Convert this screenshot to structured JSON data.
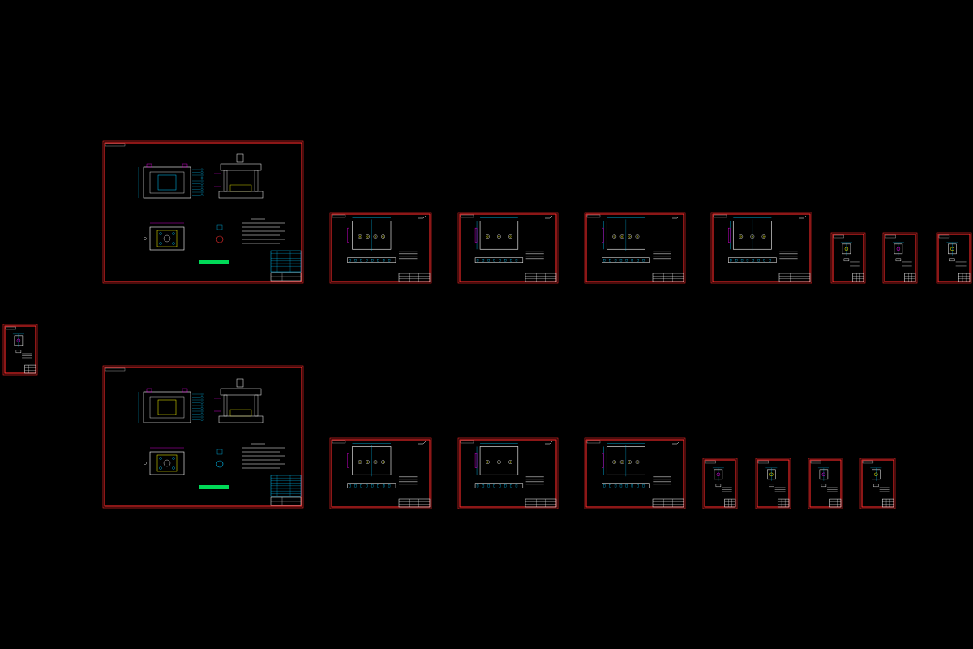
{
  "drawing": {
    "background_color": "#000000",
    "colors": {
      "border": "#ff2a2a",
      "linework": "#ffffff",
      "dimension": "#00c8ff",
      "accent": "#ff00ff",
      "highlight": "#ffff00",
      "label": "#00ff66"
    },
    "sheets": [
      {
        "id": "assembly-process-1",
        "kind": "assembly",
        "row": 1
      },
      {
        "id": "part-1-1",
        "kind": "part-landscape",
        "row": 1
      },
      {
        "id": "part-1-2",
        "kind": "part-landscape",
        "row": 1
      },
      {
        "id": "part-1-3",
        "kind": "part-landscape",
        "row": 1
      },
      {
        "id": "part-1-4",
        "kind": "part-landscape",
        "row": 1
      },
      {
        "id": "part-1-5",
        "kind": "part-portrait",
        "row": 1
      },
      {
        "id": "part-1-6",
        "kind": "part-portrait",
        "row": 1
      },
      {
        "id": "part-1-7",
        "kind": "part-portrait",
        "row": 1
      },
      {
        "id": "part-standalone",
        "kind": "part-portrait",
        "row": 0
      },
      {
        "id": "assembly-process-2",
        "kind": "assembly",
        "row": 2
      },
      {
        "id": "part-2-1",
        "kind": "part-landscape",
        "row": 2
      },
      {
        "id": "part-2-2",
        "kind": "part-landscape",
        "row": 2
      },
      {
        "id": "part-2-3",
        "kind": "part-landscape",
        "row": 2
      },
      {
        "id": "part-2-4",
        "kind": "part-portrait",
        "row": 2
      },
      {
        "id": "part-2-5",
        "kind": "part-portrait",
        "row": 2
      },
      {
        "id": "part-2-6",
        "kind": "part-portrait",
        "row": 2
      },
      {
        "id": "part-2-7",
        "kind": "part-portrait",
        "row": 2
      }
    ]
  }
}
